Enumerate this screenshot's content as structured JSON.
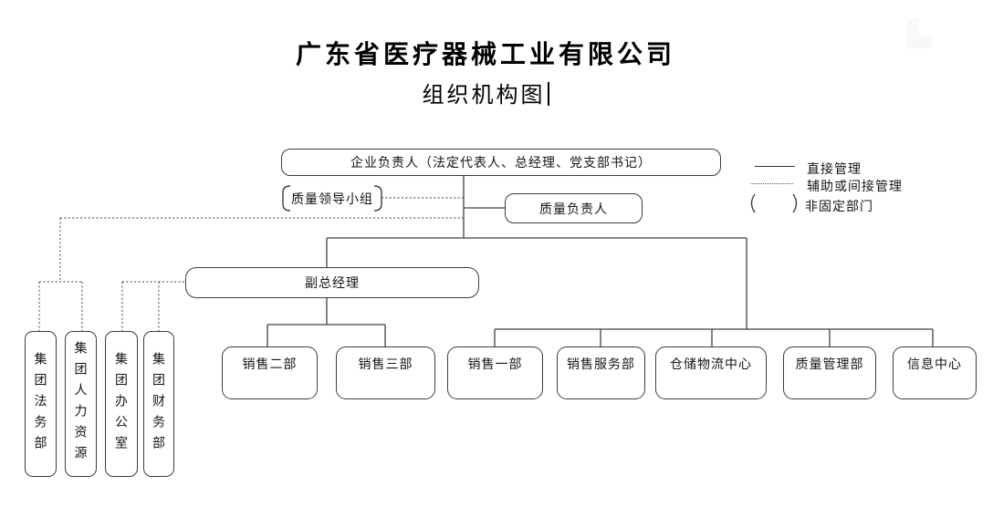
{
  "document": {
    "title_line1": "广东省医疗器械工业有限公司",
    "title_line2": "组织机构图"
  },
  "legend": {
    "direct_label": "直接管理",
    "indirect_label": "辅助或间接管理",
    "non_fixed_label": "非固定部门"
  },
  "org": {
    "root": "企业负责人（法定代表人、总经理、党支部书记）",
    "quality_group": "质量领导小组",
    "quality_manager": "质量负责人",
    "deputy_gm": "副总经理",
    "departments": [
      "销售二部",
      "销售三部",
      "销售一部",
      "销售服务部",
      "仓储物流中心",
      "质量管理部",
      "信息中心"
    ],
    "group_departments": [
      "集团法务部",
      "集团人力资源",
      "集团办公室",
      "集团财务部"
    ]
  },
  "colors": {
    "line_solid": "#404040",
    "line_dotted": "#606060",
    "box_border": "#3d3d3d",
    "text": "#111111"
  }
}
